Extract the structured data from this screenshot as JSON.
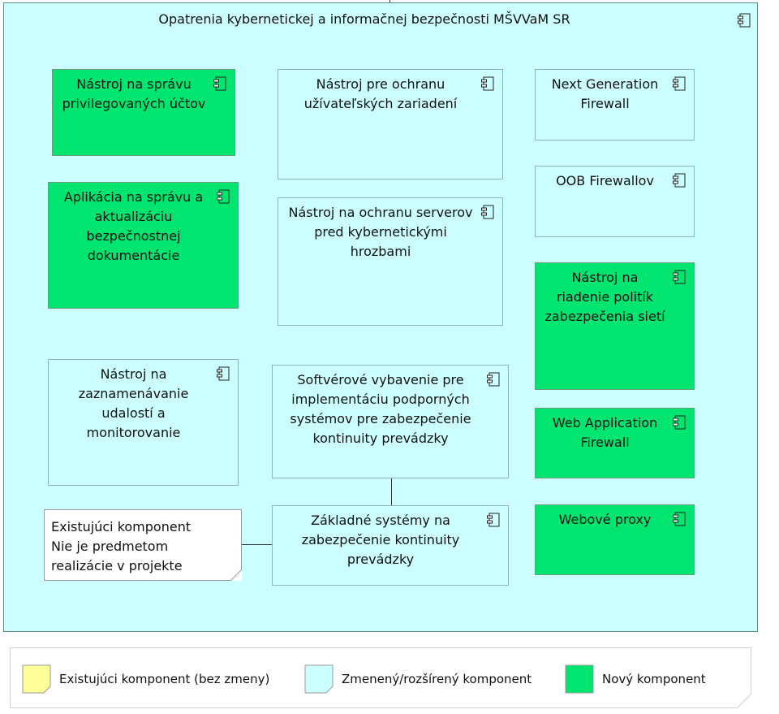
{
  "diagram": {
    "title": "Opatrenia kybernetickej a informačnej bezpečnosti MŠVVaM SR",
    "components": [
      {
        "id": "pam",
        "label": "Nástroj na správu privilegovaných účtov",
        "status": "new"
      },
      {
        "id": "docs",
        "label": "Aplikácia na správu a aktualizáciu bezpečnostnej dokumentácie",
        "status": "new"
      },
      {
        "id": "siem",
        "label": "Nástroj na zaznamenávanie udalostí a monitorovanie",
        "status": "changed"
      },
      {
        "id": "endpoint",
        "label": "Nástroj pre ochranu užívateľských zariadení",
        "status": "changed"
      },
      {
        "id": "server",
        "label": "Nástroj na ochranu serverov pred kybernetickými hrozbami",
        "status": "changed"
      },
      {
        "id": "bcp-software",
        "label": "Softvérové vybavenie pre implementáciu podporných systémov pre zabezpečenie kontinuity prevádzky",
        "status": "changed"
      },
      {
        "id": "bcp-base",
        "label": "Základné systémy na zabezpečenie kontinuity prevádzky",
        "status": "changed"
      },
      {
        "id": "ngfw",
        "label": "Next Generation Firewall",
        "status": "changed"
      },
      {
        "id": "oob",
        "label": "OOB Firewallov",
        "status": "changed"
      },
      {
        "id": "policy",
        "label": "Nástroj na riadenie politík zabezpečenia sietí",
        "status": "new"
      },
      {
        "id": "waf",
        "label": "Web Application Firewall",
        "status": "new"
      },
      {
        "id": "proxy",
        "label": "Webové proxy",
        "status": "new"
      }
    ],
    "note": {
      "line1": "Existujúci komponent",
      "line2": "Nie je predmetom",
      "line3": "realizácie v projekte"
    }
  },
  "legend": {
    "items": [
      {
        "label": "Existujúci komponent (bez zmeny)",
        "color": "#ffff99"
      },
      {
        "label": "Zmenený/rozšírený komponent",
        "color": "#ccffff"
      },
      {
        "label": "Nový komponent",
        "color": "#00e56f"
      }
    ]
  },
  "colors": {
    "new": "#00e56f",
    "changed": "#ccffff",
    "existing": "#ffff99"
  }
}
